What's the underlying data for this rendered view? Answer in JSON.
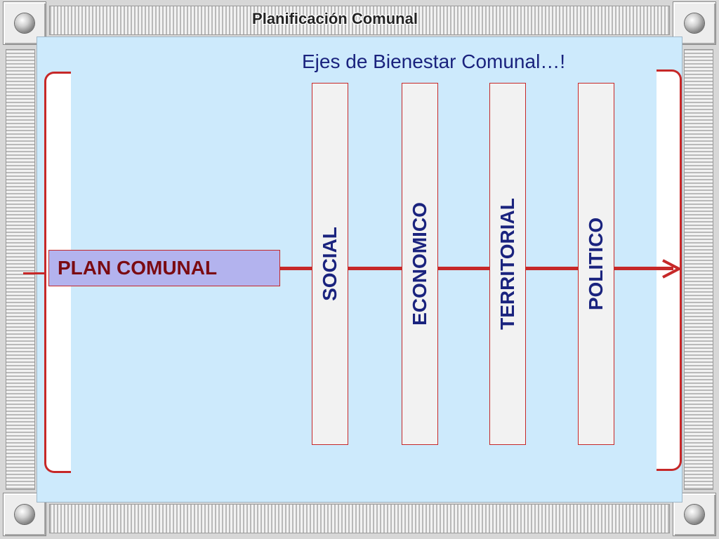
{
  "header": {
    "title": "Planificación Comunal"
  },
  "slide": {
    "subtitle": "Ejes de Bienestar Comunal…!",
    "plan_label": "PLAN COMUNAL",
    "axes": [
      {
        "label": "SOCIAL"
      },
      {
        "label": "ECONOMICO"
      },
      {
        "label": "TERRITORIAL"
      },
      {
        "label": "POLITICO"
      }
    ]
  },
  "colors": {
    "accent_red": "#c62828",
    "text_navy": "#1a237e",
    "plan_box_fill": "#b3b3ee",
    "plan_text": "#7b0b12",
    "background": "#cdeafc"
  }
}
